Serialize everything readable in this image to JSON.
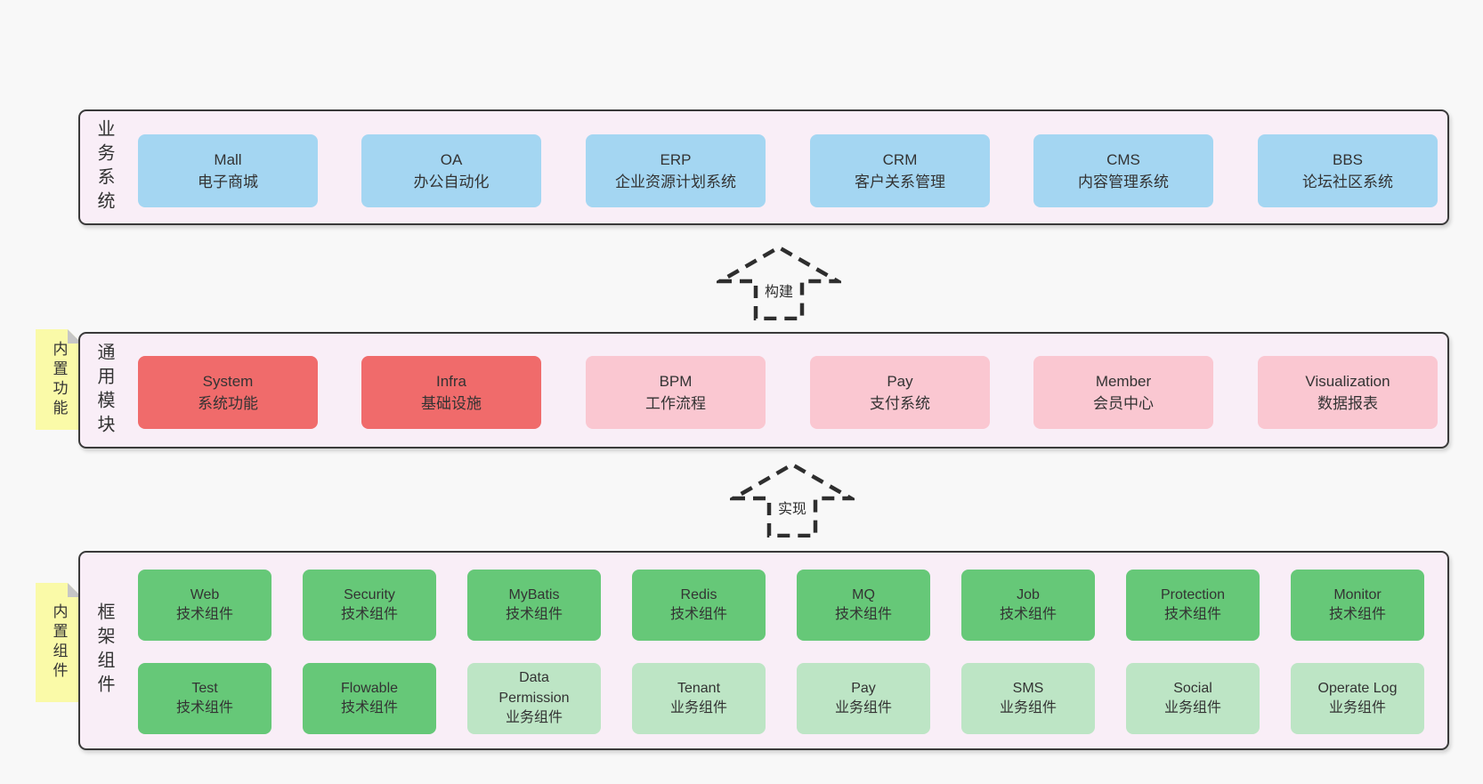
{
  "colors": {
    "page_bg": "#f8f8f8",
    "panel_bg": "#f9eef7",
    "panel_border": "#3a3a3a",
    "text": "#333333",
    "blue": "#a4d6f2",
    "red": "#f06b6b",
    "pink": "#fac7d1",
    "green": "#66c878",
    "light_green": "#bde5c5",
    "tag_yellow": "#fafaa8",
    "fold_gray": "#c6c6c6"
  },
  "panels": {
    "business": {
      "label": "业务系统",
      "items": [
        {
          "en": "Mall",
          "zh": "电子商城",
          "variant": "blue"
        },
        {
          "en": "OA",
          "zh": "办公自动化",
          "variant": "blue"
        },
        {
          "en": "ERP",
          "zh": "企业资源计划系统",
          "variant": "blue"
        },
        {
          "en": "CRM",
          "zh": "客户关系管理",
          "variant": "blue"
        },
        {
          "en": "CMS",
          "zh": "内容管理系统",
          "variant": "blue"
        },
        {
          "en": "BBS",
          "zh": "论坛社区系统",
          "variant": "blue"
        }
      ]
    },
    "modules": {
      "label": "通用模块",
      "tag": "内置功能",
      "items": [
        {
          "en": "System",
          "zh": "系统功能",
          "variant": "red"
        },
        {
          "en": "Infra",
          "zh": "基础设施",
          "variant": "red"
        },
        {
          "en": "BPM",
          "zh": "工作流程",
          "variant": "pink"
        },
        {
          "en": "Pay",
          "zh": "支付系统",
          "variant": "pink"
        },
        {
          "en": "Member",
          "zh": "会员中心",
          "variant": "pink"
        },
        {
          "en": "Visualization",
          "zh": "数据报表",
          "variant": "pink"
        }
      ]
    },
    "components": {
      "label": "框架组件",
      "tag": "内置组件",
      "rows": [
        [
          {
            "en": "Web",
            "zh": "技术组件",
            "variant": "green"
          },
          {
            "en": "Security",
            "zh": "技术组件",
            "variant": "green"
          },
          {
            "en": "MyBatis",
            "zh": "技术组件",
            "variant": "green"
          },
          {
            "en": "Redis",
            "zh": "技术组件",
            "variant": "green"
          },
          {
            "en": "MQ",
            "zh": "技术组件",
            "variant": "green"
          },
          {
            "en": "Job",
            "zh": "技术组件",
            "variant": "green"
          },
          {
            "en": "Protection",
            "zh": "技术组件",
            "variant": "green"
          },
          {
            "en": "Monitor",
            "zh": "技术组件",
            "variant": "green"
          }
        ],
        [
          {
            "en": "Test",
            "zh": "技术组件",
            "variant": "green"
          },
          {
            "en": "Flowable",
            "zh": "技术组件",
            "variant": "green"
          },
          {
            "en": "Data Permission",
            "zh": "业务组件",
            "variant": "light_green"
          },
          {
            "en": "Tenant",
            "zh": "业务组件",
            "variant": "light_green"
          },
          {
            "en": "Pay",
            "zh": "业务组件",
            "variant": "light_green"
          },
          {
            "en": "SMS",
            "zh": "业务组件",
            "variant": "light_green"
          },
          {
            "en": "Social",
            "zh": "业务组件",
            "variant": "light_green"
          },
          {
            "en": "Operate Log",
            "zh": "业务组件",
            "variant": "light_green"
          }
        ]
      ]
    }
  },
  "arrows": [
    {
      "label": "构建"
    },
    {
      "label": "实现"
    }
  ]
}
